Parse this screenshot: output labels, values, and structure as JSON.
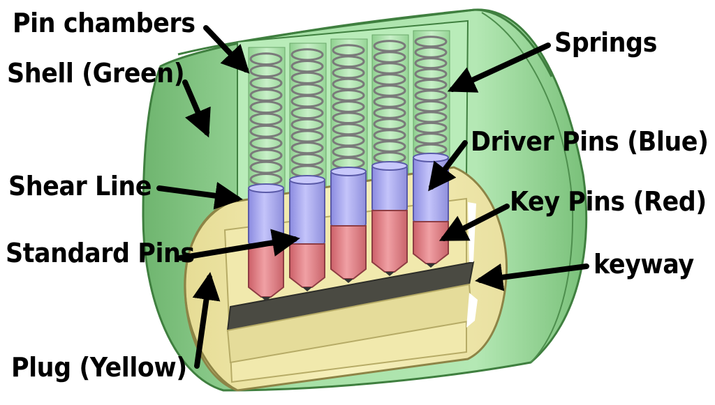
{
  "labels": {
    "pin_chambers": "Pin chambers",
    "shell": "Shell (Green)",
    "shear_line": "Shear Line",
    "standard_pins": "Standard Pins",
    "plug": "Plug (Yellow)",
    "springs": "Springs",
    "driver_pins": "Driver Pins (Blue)",
    "key_pins": "Key Pins (Red)",
    "keyway": "keyway"
  },
  "colors": {
    "shell": "#8fd18f",
    "shell_dark": "#5aa05a",
    "plug": "#f3eca8",
    "plug_dark": "#cfc57a",
    "driver_pin": "#a9a9ee",
    "key_pin": "#e07f84",
    "spring": "#7d7d7d",
    "keyway_slot": "#4a4a42"
  }
}
